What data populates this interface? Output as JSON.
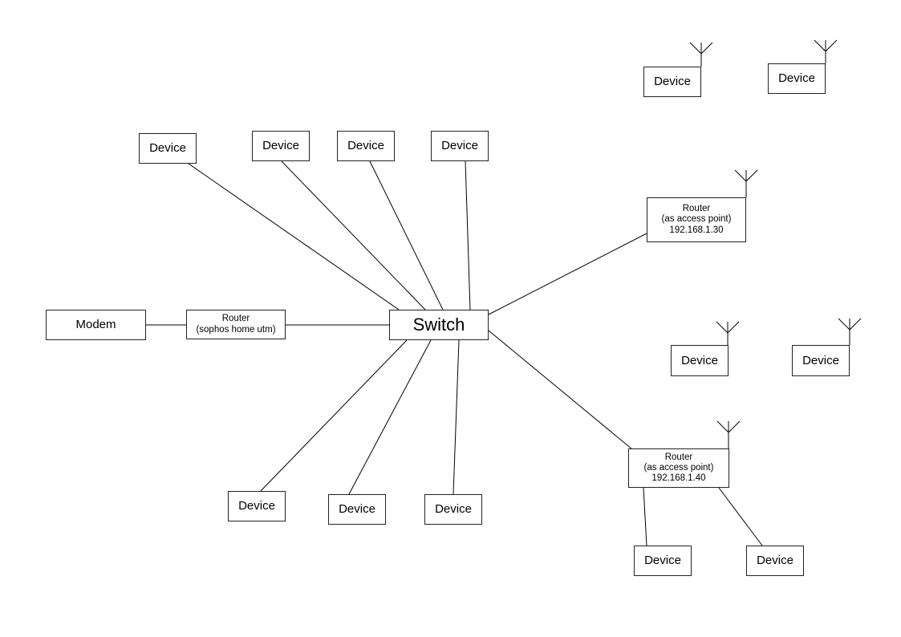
{
  "diagram": {
    "nodes": {
      "modem": "Modem",
      "router_main": [
        "Router",
        "(sophos home utm)"
      ],
      "switch": "Switch",
      "device": "Device",
      "router_ap1": [
        "Router",
        "(as access point)",
        "192.168.1.30"
      ],
      "router_ap2": [
        "Router",
        "(as access point)",
        "192.168.1.40"
      ]
    }
  }
}
